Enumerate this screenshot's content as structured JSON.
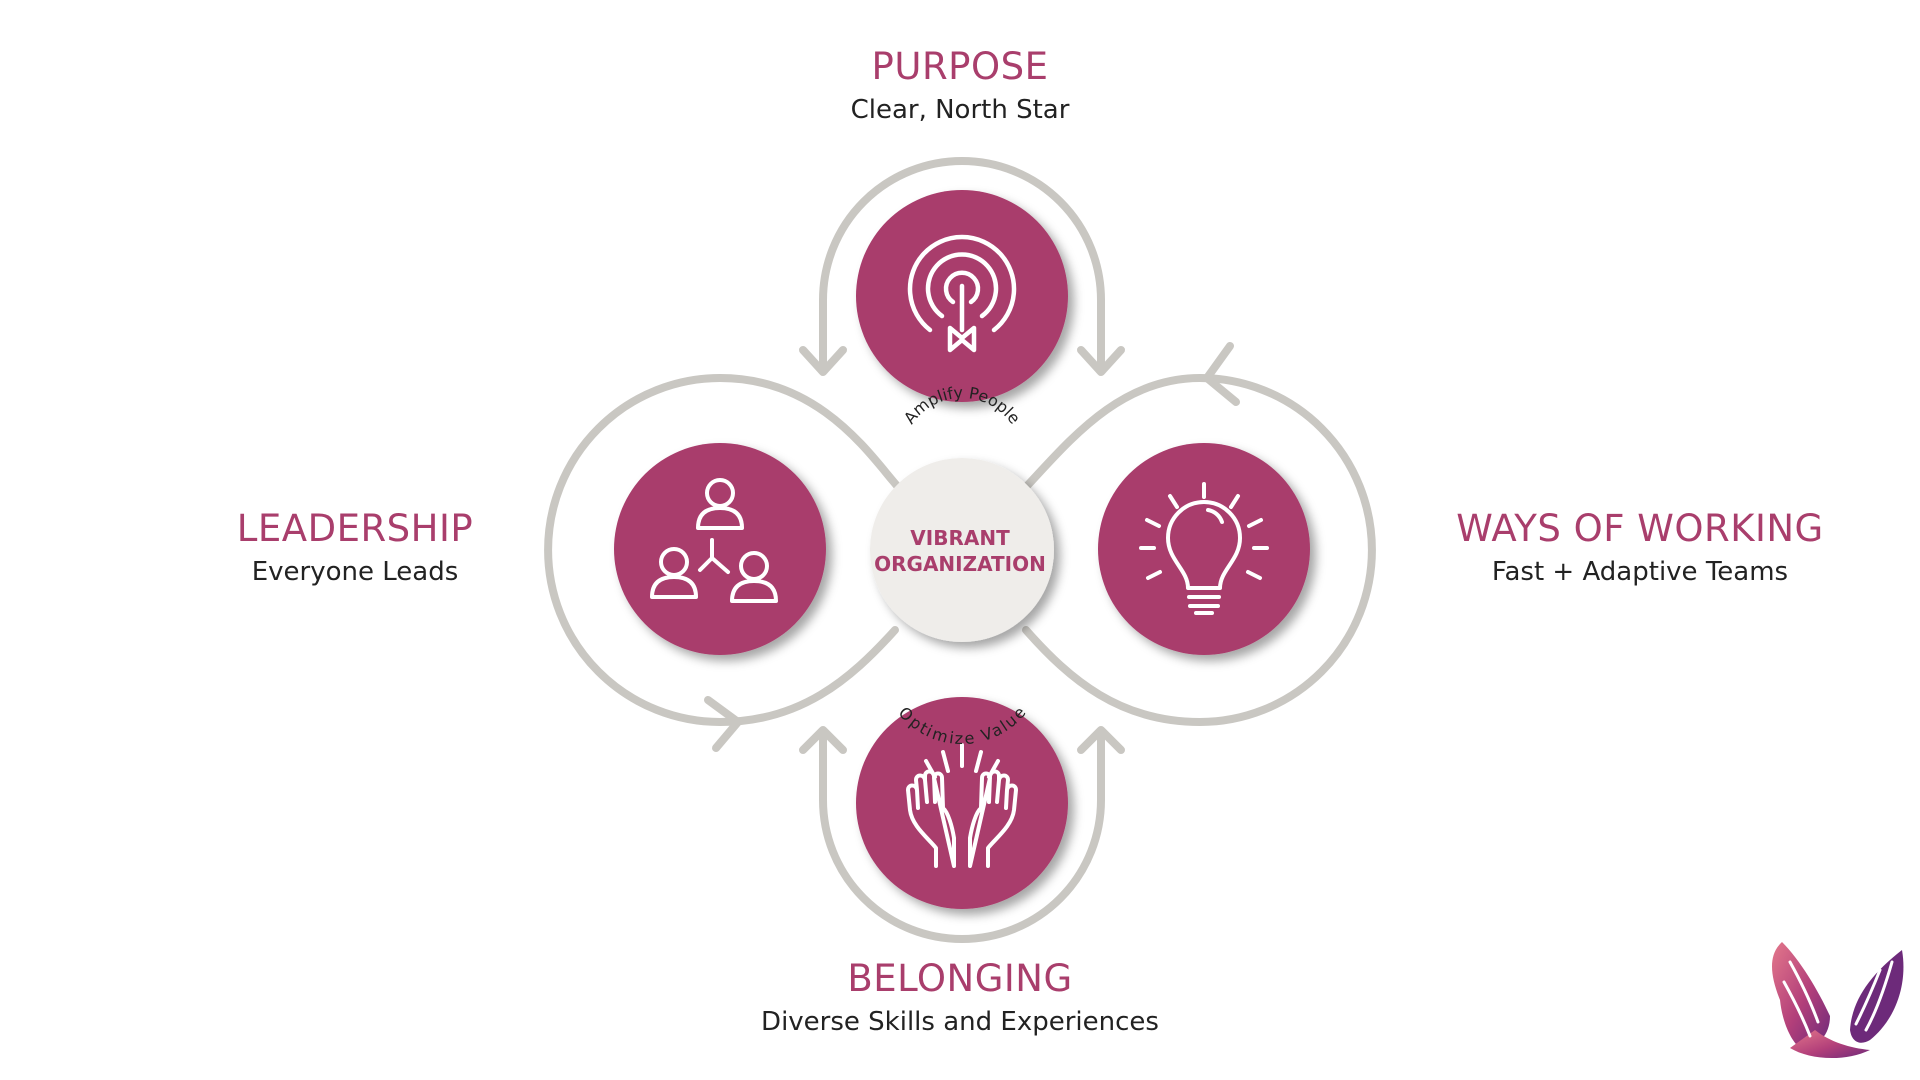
{
  "colors": {
    "accent": "#a93e6c",
    "loop": "#c9c7c2",
    "center_fill": "#efedea",
    "text_dark": "#222222"
  },
  "center": {
    "line1": "VIBRANT",
    "line2": "ORGANIZATION",
    "arc_top": "Amplify People",
    "arc_bottom": "Optimize Value"
  },
  "nodes": {
    "purpose": {
      "title": "PURPOSE",
      "subtitle": "Clear, North Star",
      "icon": "target-arrow-icon"
    },
    "leadership": {
      "title": "LEADERSHIP",
      "subtitle": "Everyone Leads",
      "icon": "team-network-icon"
    },
    "ways": {
      "title": "WAYS OF WORKING",
      "subtitle": "Fast + Adaptive Teams",
      "icon": "lightbulb-icon"
    },
    "belonging": {
      "title": "BELONGING",
      "subtitle": "Diverse Skills and Experiences",
      "icon": "raised-hands-icon"
    }
  },
  "logo": {
    "icon": "wing-logo-icon"
  }
}
